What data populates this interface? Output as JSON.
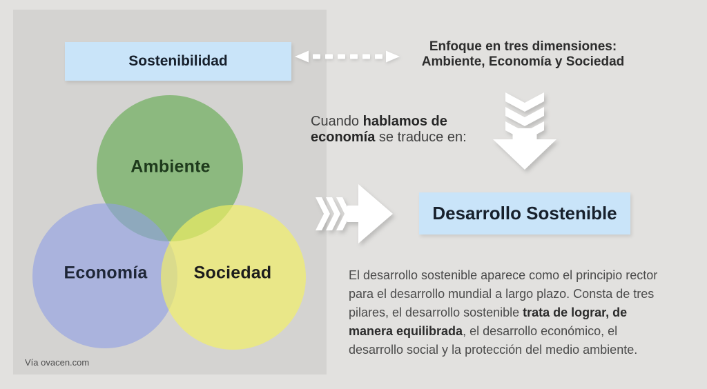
{
  "canvas": {
    "background_color": "#e2e1df",
    "panel_color": "#d4d3d1",
    "accent_blue": "#c9e4f9",
    "arrow_color": "#ffffff"
  },
  "sostenibilidad": {
    "label": "Sostenibilidad"
  },
  "enfoque": {
    "line1": "Enfoque en tres dimensiones:",
    "line2": "Ambiente, Economía y Sociedad"
  },
  "cuando": {
    "pre": "Cuando ",
    "bold": "hablamos de economía",
    "post": " se traduce en:"
  },
  "venn": {
    "ambiente": {
      "label": "Ambiente",
      "color_hint": "#8cba80",
      "text_color": "#1e3a1c"
    },
    "economia": {
      "label": "Economía",
      "color_hint": "#aab4de",
      "text_color": "#1e2637"
    },
    "sociedad": {
      "label": "Sociedad",
      "color_hint": "#e9e789",
      "text_color": "#1c1c1c"
    }
  },
  "desarrollo": {
    "label": "Desarrollo Sostenible"
  },
  "paragraph": {
    "pre": "El desarrollo sostenible aparece como el principio rector para el desarrollo mundial a largo plazo. Consta de tres pilares, el desarrollo sostenible ",
    "bold": "trata de lograr, de manera equilibrada",
    "post": ", el desarrollo económico, el desarrollo social y la protección del medio ambiente."
  },
  "credit": {
    "label": "Vía ovacen.com"
  },
  "icons": {
    "dashed_double_arrow": "horizontal double-headed dashed arrow",
    "down_chevron_arrow": "downward chevron arrow",
    "right_chevron_arrow": "rightward chevron arrow"
  }
}
